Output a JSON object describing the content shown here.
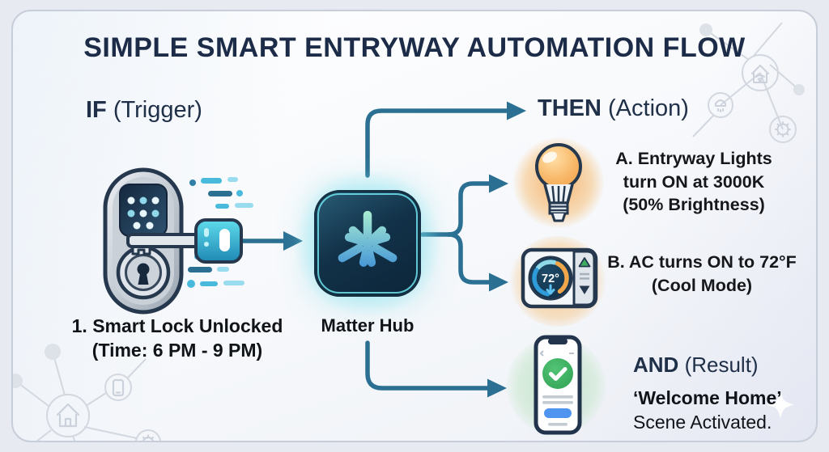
{
  "title": "SIMPLE SMART ENTRYWAY AUTOMATION FLOW",
  "trigger": {
    "keyword": "IF",
    "suffix": " (Trigger)",
    "caption_line1": "1. Smart Lock Unlocked",
    "caption_line2": "(Time: 6 PM - 9 PM)"
  },
  "hub": {
    "label": "Matter Hub"
  },
  "action": {
    "keyword": "THEN",
    "suffix": " (Action)",
    "item_a": {
      "prefix": "A.",
      "rest": " Entryway Lights",
      "line2": "turn ON at 3000K",
      "line3": "(50% Brightness)"
    },
    "item_b": {
      "prefix": "B.",
      "rest": " AC turns ON to 72°F",
      "line2": "(Cool Mode)"
    }
  },
  "result": {
    "keyword": "AND",
    "suffix": " (Result)",
    "line1": "‘Welcome Home’",
    "line2": "Scene Activated."
  },
  "devices": {
    "thermostat_reading": "72°"
  },
  "icons": {
    "trigger": "smart-lock-icon",
    "hub": "matter-logo-icon",
    "action_a": "light-bulb-icon",
    "action_b": "thermostat-icon",
    "result": "smartphone-check-icon",
    "decorations": [
      "home-network-icon",
      "lamp-icon",
      "gear-icon",
      "phone-icon",
      "sparkle-icon"
    ]
  },
  "colors": {
    "heading_navy": "#203049",
    "title_navy": "#1c2b47",
    "arrow_teal": "#2b7092",
    "text_black": "#15171a",
    "hub_dark": "#123249",
    "hub_ring": "#6ee2ec",
    "bulb_glow": "#f7b066",
    "thermostat_glow": "#f6c488",
    "result_glow": "#bee2c6",
    "check_green": "#3bae5f",
    "key_teal": "#36b9d6",
    "button_blue": "#4f94ef"
  }
}
